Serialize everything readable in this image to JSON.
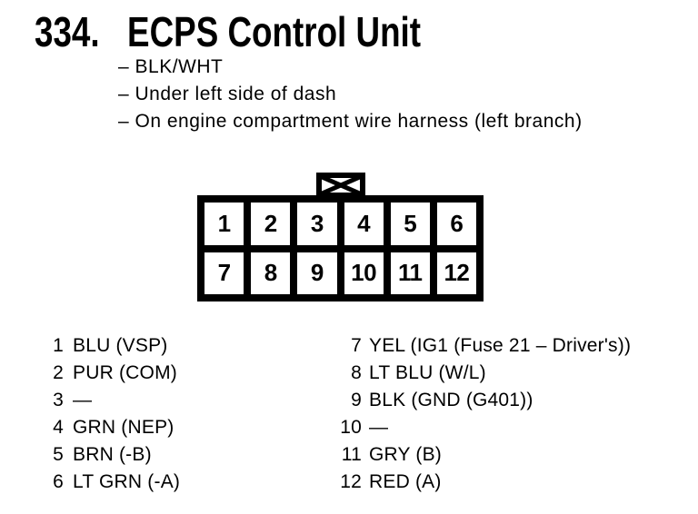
{
  "header": {
    "number": "334.",
    "title": "ECPS Control Unit"
  },
  "notes": {
    "lines": [
      "– BLK/WHT",
      "– Under left side of dash",
      "– On engine compartment wire harness (left branch)"
    ]
  },
  "connector": {
    "lock_tab_icon": "crossed-box-lock-tab",
    "cells": [
      "1",
      "2",
      "3",
      "4",
      "5",
      "6",
      "7",
      "8",
      "9",
      "10",
      "11",
      "12"
    ]
  },
  "pin_list": {
    "left": [
      {
        "num": "1",
        "label": "BLU (VSP)"
      },
      {
        "num": "2",
        "label": "PUR (COM)"
      },
      {
        "num": "3",
        "label": "—"
      },
      {
        "num": "4",
        "label": "GRN (NEP)"
      },
      {
        "num": "5",
        "label": "BRN (-B)"
      },
      {
        "num": "6",
        "label": "LT GRN (-A)"
      }
    ],
    "right": [
      {
        "num": "7",
        "label": "YEL (IG1 (Fuse 21 – Driver's))"
      },
      {
        "num": "8",
        "label": "LT BLU (W/L)"
      },
      {
        "num": "9",
        "label": "BLK (GND (G401))"
      },
      {
        "num": "10",
        "label": "—"
      },
      {
        "num": "11",
        "label": "GRY (B)"
      },
      {
        "num": "12",
        "label": "RED (A)"
      }
    ]
  }
}
